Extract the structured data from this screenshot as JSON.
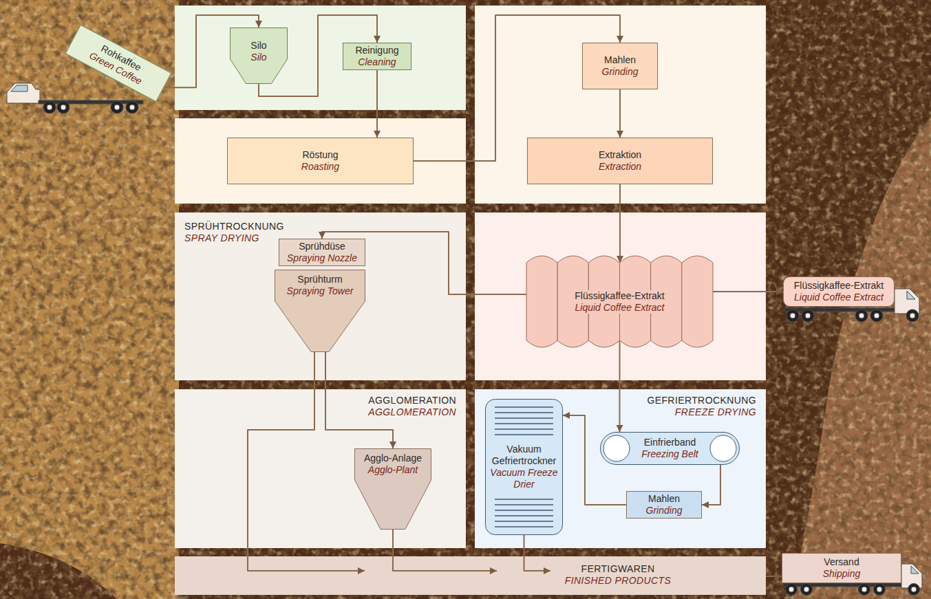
{
  "diagram": {
    "nodes": [
      {
        "text": [
          "Rohkaffee",
          "Green Coffee"
        ]
      },
      {
        "text": [
          "Silo",
          "Silo"
        ]
      },
      {
        "text": [
          "Reinigung",
          "Cleaning"
        ]
      },
      {
        "text": [
          "Röstung",
          "Roasting"
        ]
      },
      {
        "text": [
          "Mahlen",
          "Grinding"
        ]
      },
      {
        "text": [
          "Extraktion",
          "Extraction"
        ]
      },
      {
        "text": [
          "SPRÜHTROCKNUNG",
          "SPRAY DRYING"
        ]
      },
      {
        "text": [
          "Sprühdüse",
          "Spraying Nozzle"
        ],
        "in": 6
      },
      {
        "text": [
          "Sprühturm",
          "Spraying Tower"
        ],
        "in": 6
      },
      {
        "text": [
          "Flüssigkaffee-Extrakt",
          "Liquid Coffee Extract"
        ]
      },
      {
        "text": [
          "Flüssigkaffee-Extrakt",
          "Liquid Coffee Extract"
        ]
      },
      {
        "text": [
          "AGGLOMERATION",
          "AGGLOMERATION"
        ]
      },
      {
        "text": [
          "Agglo-Anlage",
          "Agglo-Plant"
        ],
        "in": 11
      },
      {
        "text": [
          "GEFRIERTROCKNUNG",
          "FREEZE DRYING"
        ]
      },
      {
        "text": [
          "Vakuum Gefriertrockner",
          "Vacuum Freeze Drier"
        ],
        "in": 13
      },
      {
        "text": [
          "Einfrierband",
          "Freezing Belt"
        ],
        "in": 13
      },
      {
        "text": [
          "Mahlen",
          "Grinding"
        ],
        "in": 13
      },
      {
        "text": [
          "FERTIGWAREN",
          "FINISHED PRODUCTS"
        ]
      },
      {
        "text": [
          "Versand",
          "Shipping"
        ]
      }
    ],
    "edges": [
      {
        "from": 0,
        "to": 1,
        "arrow": "to"
      },
      {
        "from": 1,
        "to": 2,
        "arrow": "to"
      },
      {
        "from": 2,
        "to": 3,
        "arrow": "to"
      },
      {
        "from": 3,
        "to": 4,
        "arrow": "to"
      },
      {
        "from": 4,
        "to": 5,
        "arrow": "to"
      },
      {
        "from": 5,
        "to": 9,
        "arrow": "to"
      },
      {
        "from": 9,
        "to": 7,
        "arrow": "to"
      },
      {
        "from": 9,
        "to": 10,
        "arrow": "to"
      },
      {
        "from": 8,
        "to": 17,
        "arrow": "to"
      },
      {
        "from": 8,
        "to": 12,
        "arrow": "to"
      },
      {
        "from": 12,
        "to": 17,
        "arrow": "to"
      },
      {
        "from": 9,
        "to": 15,
        "arrow": "to"
      },
      {
        "from": 15,
        "to": 16,
        "arrow": "to"
      },
      {
        "from": 16,
        "to": 14,
        "arrow": "to"
      },
      {
        "from": 14,
        "to": 17,
        "arrow": "to"
      },
      {
        "from": 17,
        "to": 18,
        "arrow": "to"
      }
    ]
  }
}
